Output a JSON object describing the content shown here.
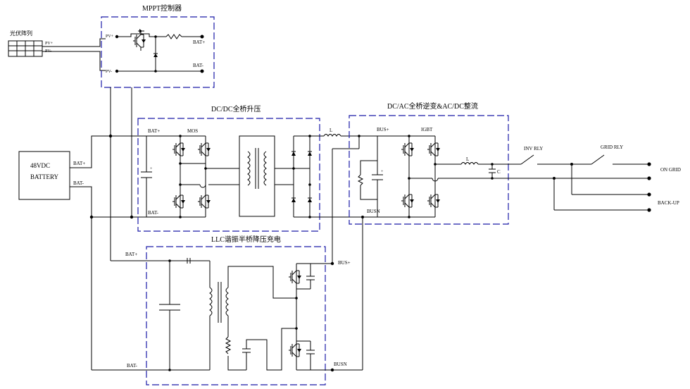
{
  "labels": {
    "pv_array": "光伏阵列",
    "pv_plus": "PV+",
    "pv_minus": "PV-",
    "mppt_title": "MPPT控制器",
    "mppt_pv_plus": "PV+",
    "mppt_pv_minus": "PV-",
    "mppt_bat_plus": "BAT+",
    "mppt_bat_minus": "BAT-",
    "battery_line1": "48VDC",
    "battery_line2": "BATTERY",
    "batt_bat_plus": "BAT+",
    "batt_bat_minus": "BAT-",
    "dcdc_title": "DC/DC全桥升压",
    "dcdc_bat_plus": "BAT+",
    "dcdc_bat_minus": "BAT-",
    "dcdc_mos": "MOS",
    "inductor_l1": "L",
    "inv_title": "DC/AC全桥逆变&AC/DC整流",
    "inv_bus_plus": "BUS+",
    "inv_igbt": "IGBT",
    "inv_busn": "BUSN",
    "inductor_l2": "L",
    "capacitor_c": "C",
    "inv_rly": "INV RLY",
    "grid_rly": "GRID RLY",
    "on_grid": "ON GRID",
    "back_up": "BACK-UP",
    "llc_title": "LLC谐振半桥降压充电",
    "llc_bat_plus": "BAT+",
    "llc_bat_minus": "BAT-",
    "llc_bus_plus": "BUS+",
    "llc_busn": "BUSN"
  }
}
